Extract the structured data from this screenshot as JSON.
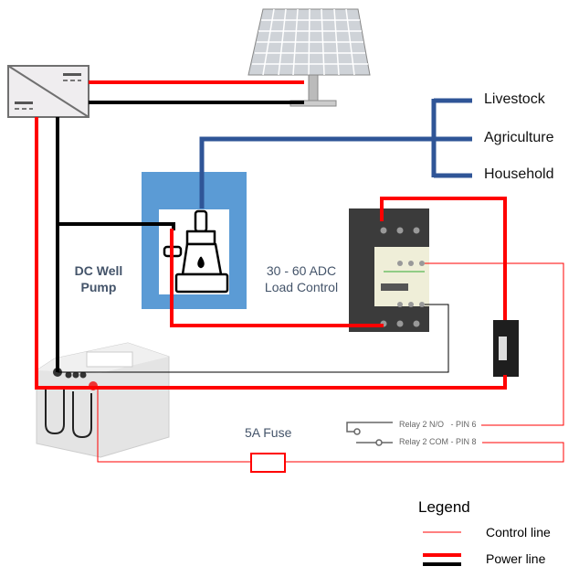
{
  "outputs": [
    "Livestock",
    "Agriculture",
    "Household"
  ],
  "pump_label": "DC Well Pump",
  "load_control_label": "30 - 60 ADC Load Control",
  "fuse_label": "5A Fuse",
  "relay": {
    "no_label": "Relay 2 N/O   - PIN 6",
    "com_label": "Relay 2 COM - PIN 8"
  },
  "legend": {
    "title": "Legend",
    "items": [
      {
        "label": "Control line",
        "color": "#ff0000",
        "style": "thin"
      },
      {
        "label": "Power line",
        "colors": [
          "#ff0000",
          "#000000"
        ],
        "style": "thick"
      }
    ]
  },
  "colors": {
    "power_positive": "#ff0000",
    "power_negative": "#000000",
    "water_pipe": "#2f5597",
    "well": "#5b9bd5",
    "label_text": "#44546a"
  }
}
